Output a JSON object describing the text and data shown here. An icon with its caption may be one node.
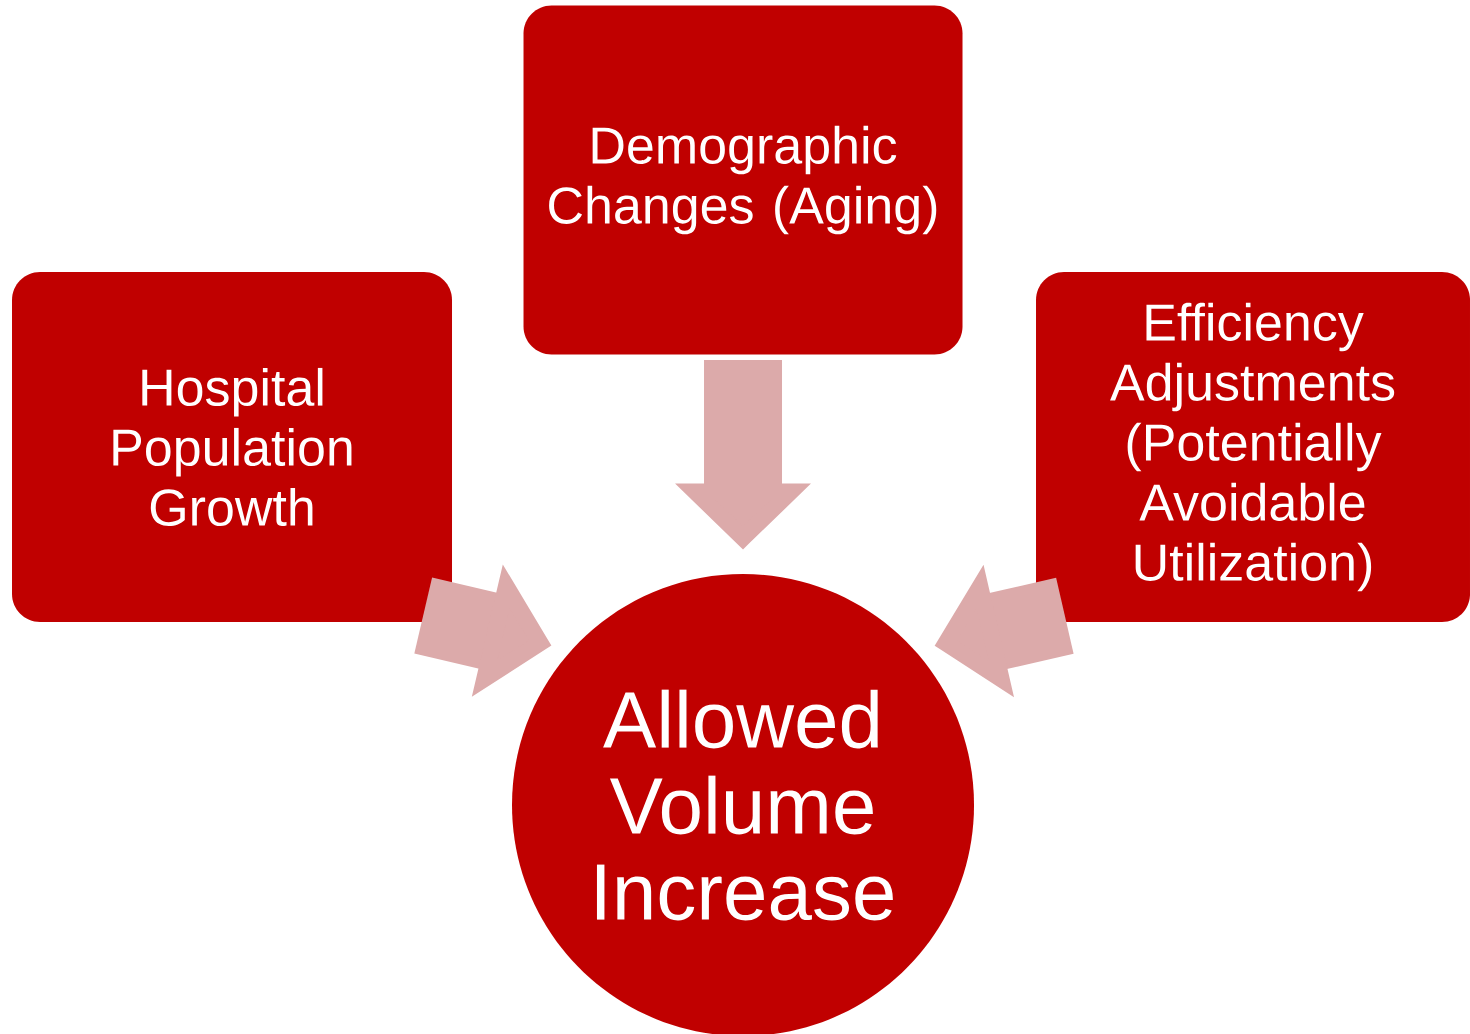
{
  "diagram": {
    "nodes": [
      {
        "text": [
          "Hospital Population Growth"
        ]
      },
      {
        "text": [
          "Demographic Changes (Aging)"
        ]
      },
      {
        "text": [
          "Efficiency Adjustments (Potentially Avoidable Utilization)"
        ]
      },
      {
        "text": [
          "Allowed Volume Increase"
        ]
      }
    ],
    "edges": [
      {
        "from": 0,
        "to": 3,
        "arrow": "to"
      },
      {
        "from": 1,
        "to": 3,
        "arrow": "to"
      },
      {
        "from": 2,
        "to": 3,
        "arrow": "to"
      }
    ]
  }
}
